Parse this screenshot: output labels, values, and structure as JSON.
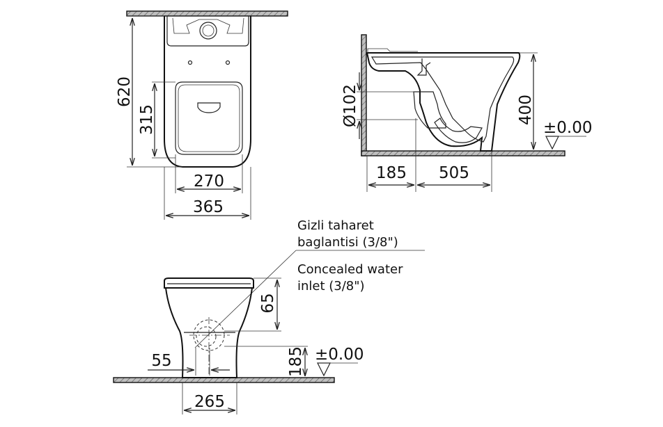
{
  "top_view": {
    "length": "620",
    "seat_offset": "315",
    "inner_width": "270",
    "outer_width": "365"
  },
  "side_view": {
    "outlet_diameter": "Ø102",
    "wall_offset": "185",
    "depth": "505",
    "height": "400",
    "level": "±0.00"
  },
  "front_view": {
    "inlet_height": "65",
    "inlet_level": "185",
    "offset": "55",
    "width": "265",
    "level": "±0.00"
  },
  "notes": {
    "tr_line1": "Gizli taharet",
    "tr_line2": "baglantisi (3/8\")",
    "en_line1": "Concealed water",
    "en_line2": "inlet (3/8\")"
  }
}
